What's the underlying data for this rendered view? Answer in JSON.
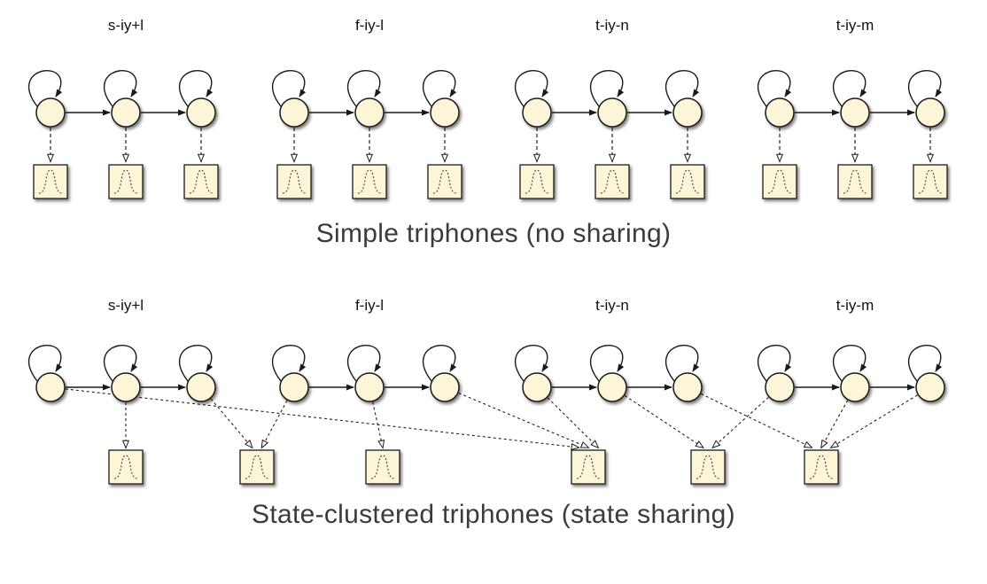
{
  "diagram": {
    "top_section": {
      "caption": "Simple triphones (no sharing)",
      "models": [
        {
          "label": "s-iy+l",
          "states": 3,
          "gaussians": 3
        },
        {
          "label": "f-iy-l",
          "states": 3,
          "gaussians": 3
        },
        {
          "label": "t-iy-n",
          "states": 3,
          "gaussians": 3
        },
        {
          "label": "t-iy-m",
          "states": 3,
          "gaussians": 3
        }
      ]
    },
    "bottom_section": {
      "caption": "State-clustered triphones (state sharing)",
      "models": [
        {
          "label": "s-iy+l",
          "states": 3
        },
        {
          "label": "f-iy-l",
          "states": 3
        },
        {
          "label": "t-iy-n",
          "states": 3
        },
        {
          "label": "t-iy-m",
          "states": 3
        }
      ],
      "shared_gaussians": 6,
      "ties": [
        [
          0,
          0,
          3
        ],
        [
          0,
          1,
          0
        ],
        [
          0,
          2,
          1
        ],
        [
          1,
          0,
          1
        ],
        [
          1,
          1,
          2
        ],
        [
          1,
          2,
          3
        ],
        [
          2,
          0,
          3
        ],
        [
          2,
          1,
          4
        ],
        [
          2,
          2,
          5
        ],
        [
          3,
          0,
          4
        ],
        [
          3,
          1,
          5
        ],
        [
          3,
          2,
          5
        ]
      ]
    },
    "colors": {
      "node_fill": "#fcf5d8",
      "outline": "#1a1a1a",
      "arrow": "#222222",
      "caption_color": "#3b3b3b",
      "label_color": "#111111"
    }
  }
}
